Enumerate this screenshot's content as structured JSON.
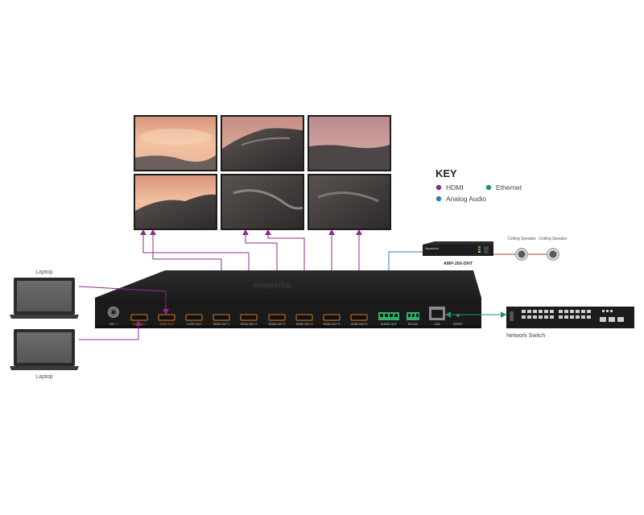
{
  "key": {
    "title": "KEY",
    "items": [
      {
        "label": "HDMI",
        "color": "#8e2b8b"
      },
      {
        "label": "Ethernet",
        "color": "#1a9a5a"
      },
      {
        "label": "Analog Audio",
        "color": "#2a7fc0"
      }
    ]
  },
  "laptops": {
    "top_label": "Laptop",
    "bottom_label": "Laptop"
  },
  "amp": {
    "brand": "Wyrestorm",
    "label": "AMP-260-DNT"
  },
  "speakers": {
    "left_label": "Ceiling Speaker",
    "right_label": "Ceiling Speaker"
  },
  "switch": {
    "label": "Network Switch"
  },
  "device": {
    "top_logo": "WyreStorm",
    "ports": {
      "dc": "20V ⎓",
      "hdmi_in_1": "HDMI IN 1",
      "hdmi_in_2": "HDMI IN 2",
      "loop_out": "LOOP OUT",
      "hdmi_out_1": "HDMI OUT 1",
      "hdmi_out_2": "HDMI OUT 2",
      "hdmi_out_3": "HDMI OUT 3",
      "hdmi_out_4": "HDMI OUT 4",
      "hdmi_out_5": "HDMI OUT 5",
      "hdmi_out_6": "HDMI OUT 6",
      "audio_out": "AUDIO OUT",
      "rs232": "RS-232",
      "lan": "LAN",
      "reset": "RESET"
    }
  },
  "colors": {
    "hdmi": "#8e2b8b",
    "ethernet": "#1a9a5a",
    "analog": "#2a7fc0",
    "speaker_wire": "#c0392b",
    "device_body": "#1f1f1f",
    "port_orange": "#e07a1f"
  }
}
